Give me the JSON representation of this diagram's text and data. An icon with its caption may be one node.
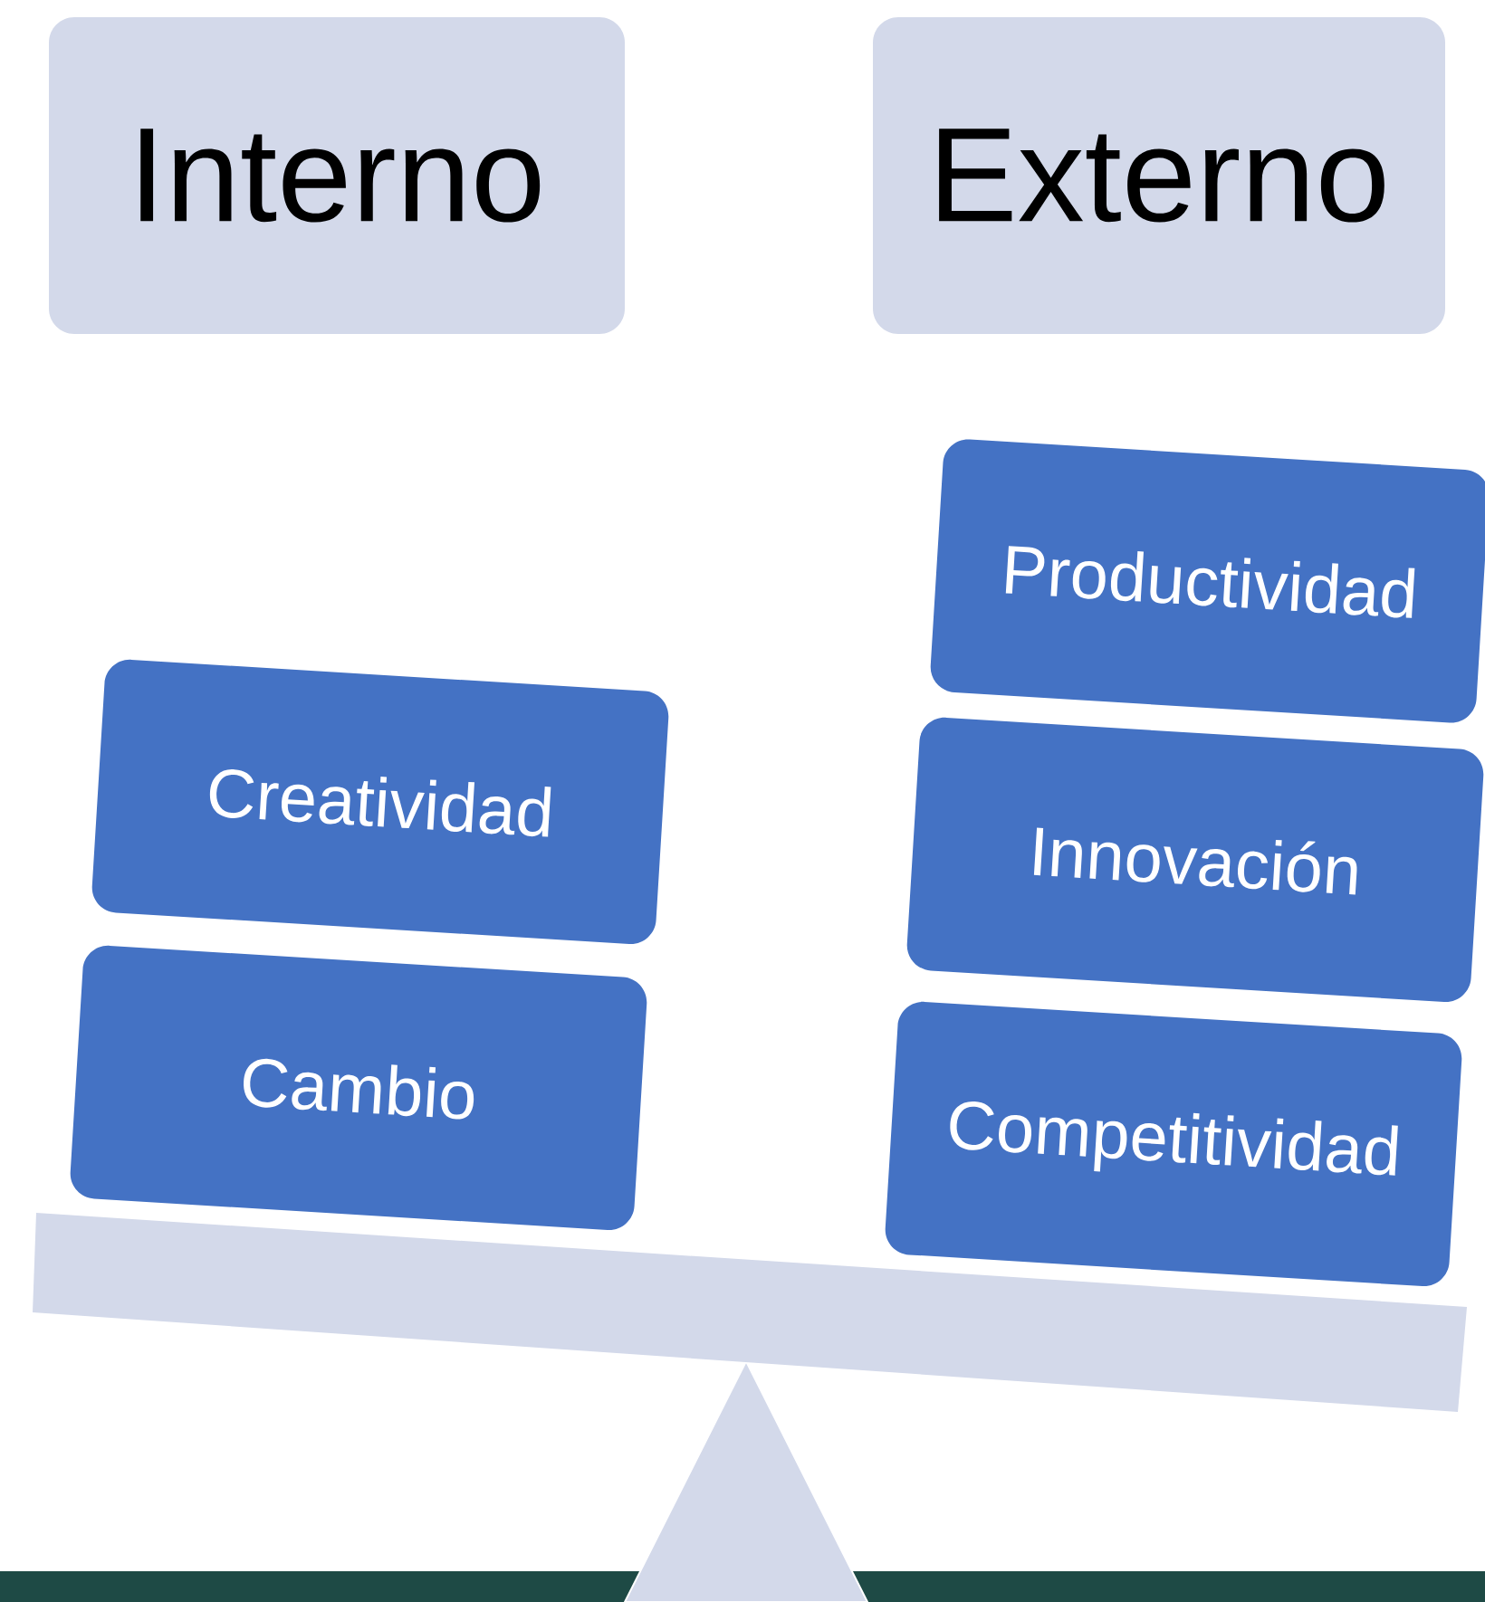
{
  "diagram": {
    "nodes": [
      {
        "text": [
          "Interno"
        ]
      },
      {
        "text": [
          "Externo"
        ]
      },
      {
        "text": [
          "Creatividad"
        ]
      },
      {
        "text": [
          "Cambio"
        ]
      },
      {
        "text": [
          "Productividad"
        ]
      },
      {
        "text": [
          "Innovación"
        ]
      },
      {
        "text": [
          "Competitividad"
        ]
      }
    ]
  }
}
